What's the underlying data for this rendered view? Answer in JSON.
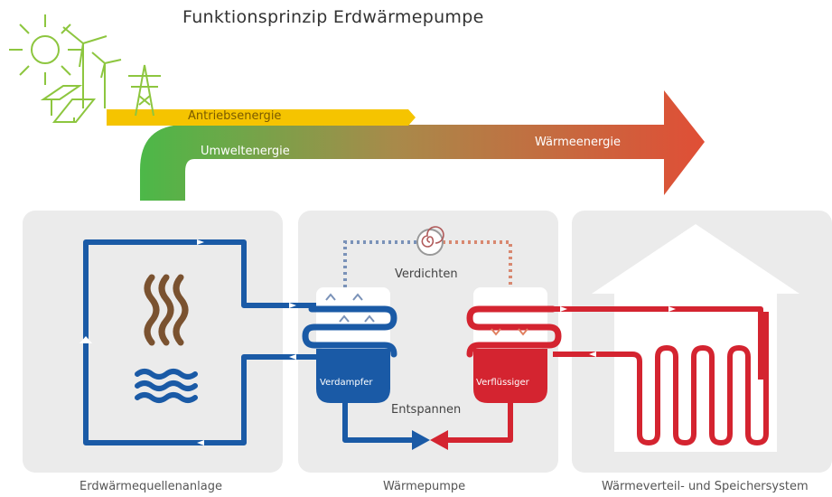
{
  "title": "Funktionsprinzip Erdwärmepumpe",
  "energy": {
    "drive": "Antriebsenergie",
    "environment": "Umweltenergie",
    "heat": "Wärmeenergie"
  },
  "process": {
    "compress": "Verdichten",
    "expand": "Entspannen",
    "evaporator": "Verdampfer",
    "condenser": "Verflüssiger"
  },
  "panels": {
    "source": "Erdwärmequellenanlage",
    "pump": "Wärmepumpe",
    "distribution": "Wärmeverteil- und Speichersystem"
  },
  "colors": {
    "blue": "#1a5aa6",
    "red": "#d42430",
    "green": "#8dc63f",
    "panel": "#ebebeb"
  }
}
